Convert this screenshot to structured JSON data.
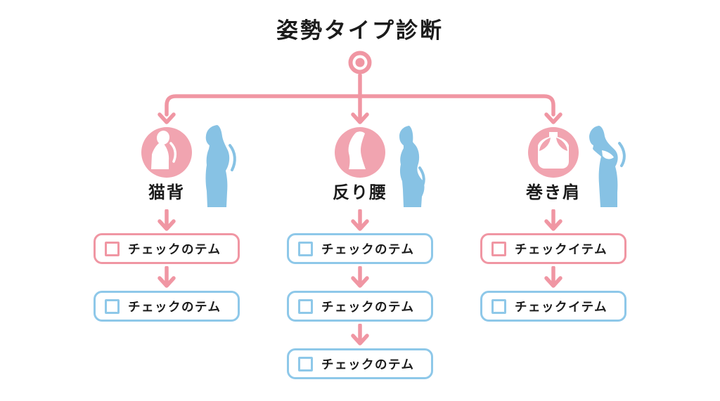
{
  "title": "姿勢タイプ診断",
  "colors": {
    "pink": "#F096A3",
    "pinkFill": "#F1A4B0",
    "blue": "#8EC8E9",
    "blueFill": "#87C2E4",
    "ink": "#1b1b1b"
  },
  "root_marker": "pin-circle",
  "branches": [
    {
      "label": "猫背",
      "icon": "hunched-back",
      "items": [
        {
          "text": "チェックのテム",
          "style": "pink"
        },
        {
          "text": "チェックのテム",
          "style": "blue"
        }
      ]
    },
    {
      "label": "反り腰",
      "icon": "swayback",
      "items": [
        {
          "text": "チェックのテム",
          "style": "blue"
        },
        {
          "text": "チェックのテム",
          "style": "blue"
        },
        {
          "text": "チェックのテム",
          "style": "blue"
        }
      ]
    },
    {
      "label": "巻き肩",
      "icon": "rounded-shoulders",
      "items": [
        {
          "text": "チェックイテム",
          "style": "pink"
        },
        {
          "text": "チェックイテム",
          "style": "blue"
        }
      ]
    }
  ]
}
